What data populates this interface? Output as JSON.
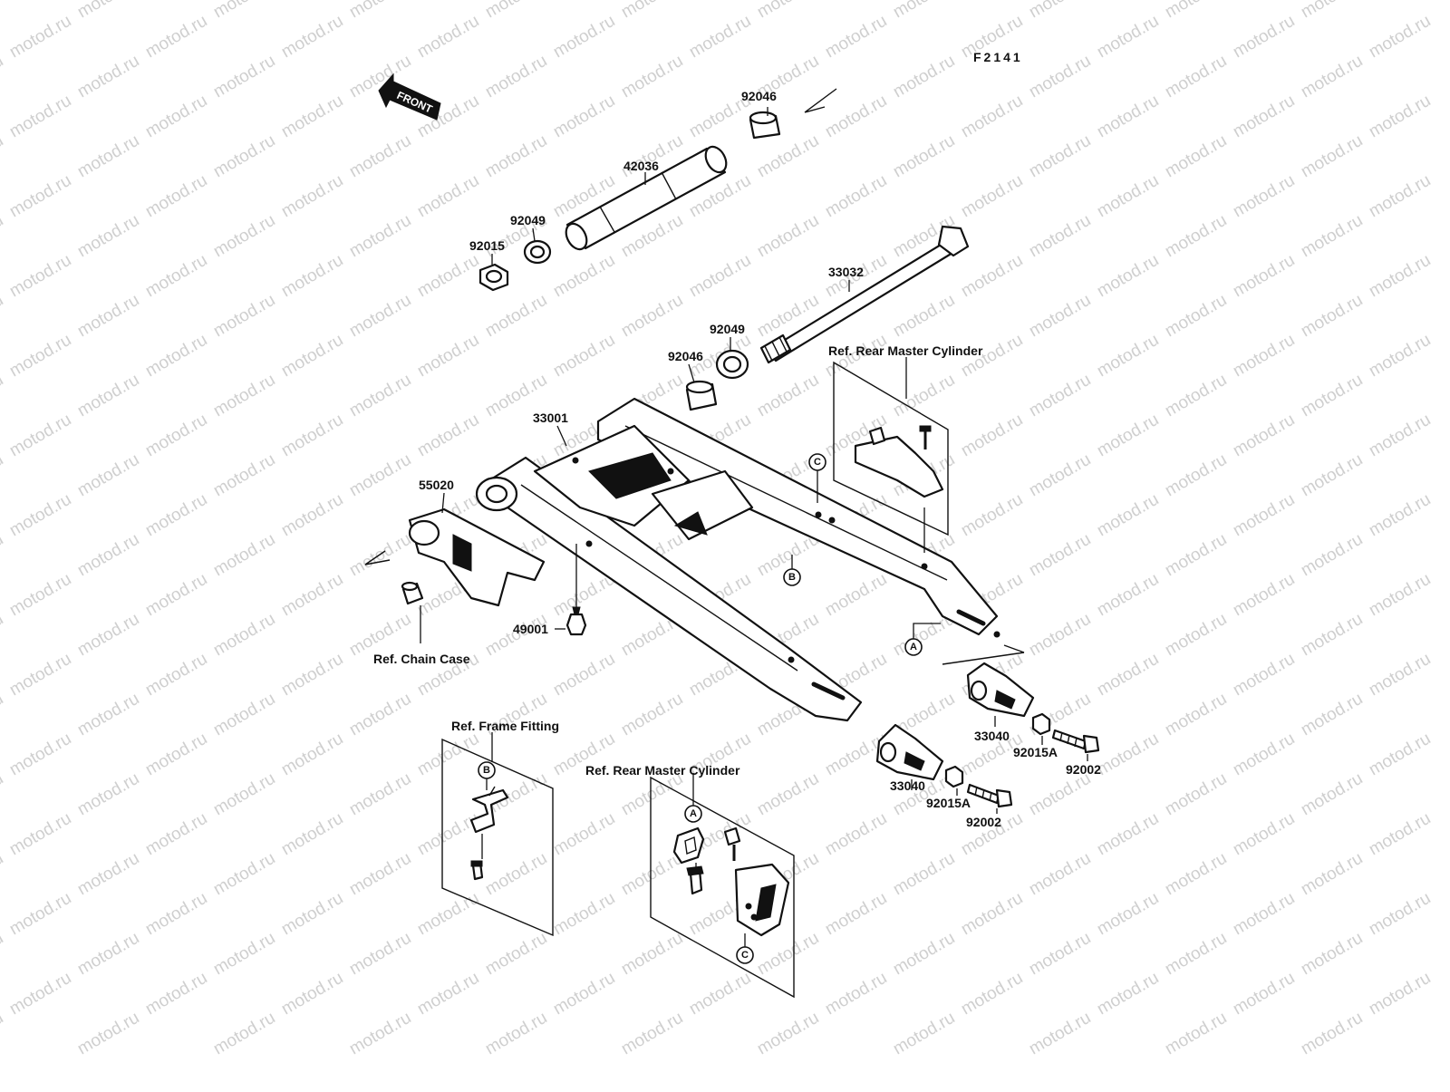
{
  "diagram_code": "F2141",
  "front_label": "FRONT",
  "watermark_text": "motod.ru",
  "parts": {
    "p92046_top": "92046",
    "p42036": "42036",
    "p92049_top": "92049",
    "p92015": "92015",
    "p33032": "33032",
    "p92049_mid": "92049",
    "p92046_mid": "92046",
    "p33001": "33001",
    "p55020": "55020",
    "p49001": "49001",
    "p33040_right": "33040",
    "p92015A_right": "92015A",
    "p92002_right": "92002",
    "p33040_left": "33040",
    "p92015A_left": "92015A",
    "p92002_left": "92002"
  },
  "refs": {
    "rear_master_cylinder_top": "Ref. Rear Master Cylinder",
    "chain_case": "Ref. Chain Case",
    "frame_fitting": "Ref. Frame Fitting",
    "rear_master_cylinder_bottom": "Ref. Rear Master Cylinder"
  },
  "markers": {
    "c_top": "C",
    "b_arm": "B",
    "a_arm": "A",
    "b_frame": "B",
    "a_bottom": "A",
    "c_bottom": "C"
  },
  "colors": {
    "ink": "#111111",
    "paper": "#ffffff",
    "watermark": "#cfcfcf"
  }
}
